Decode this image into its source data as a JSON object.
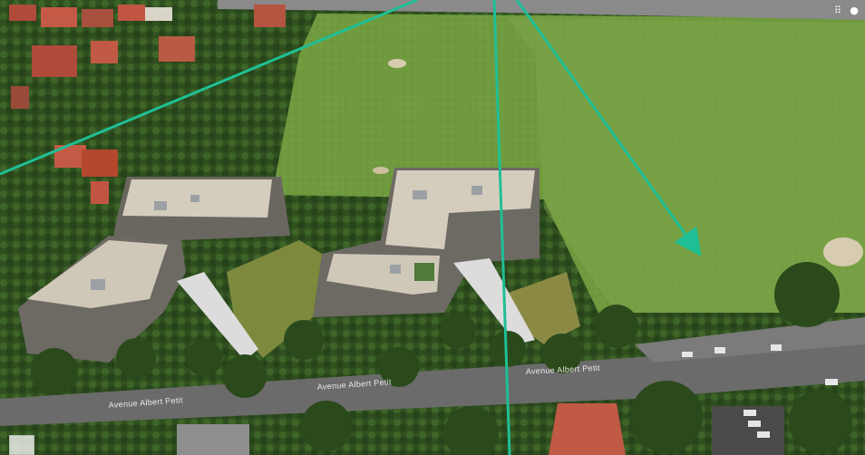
{
  "map": {
    "view": "3D satellite",
    "streets": [
      {
        "id": "avenue-albert-west",
        "label": "Avenue Albert Petit"
      },
      {
        "id": "avenue-albert-center",
        "label": "Avenue Albert Petit"
      },
      {
        "id": "avenue-albert-east",
        "label": "Avenue Albert Petit"
      }
    ],
    "overlay": {
      "arrow_color": "#1fbf95",
      "lines": [
        "sightline-1",
        "sightline-2",
        "sightline-3"
      ]
    }
  },
  "controls": {
    "apps_icon": "grid-icon",
    "account_icon": "account-icon",
    "apps_glyph": "⠿",
    "account_glyph": "●"
  },
  "colors": {
    "grass": "#6f9a3e",
    "trees": "#2f4f1f",
    "roof": "#c9c2b5",
    "road": "#6b6b6b"
  }
}
